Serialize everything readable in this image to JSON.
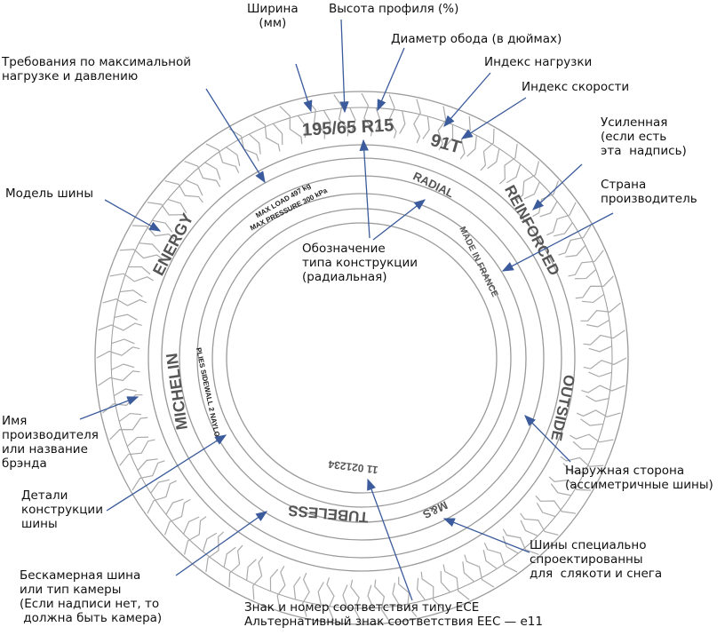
{
  "labels": {
    "width": "Ширина\n(мм)",
    "profile": "Высота профиля (%)",
    "rim": "Диаметр обода (в дюймах)",
    "load_index": "Индекс нагрузки",
    "speed_index": "Индекс скорости",
    "max_load": "Требования по максимальной\nнагрузке и давлению",
    "reinforced": "Усиленная\n(если есть\nэта  надпись)",
    "country": "Страна\nпроизводитель",
    "model": "Модель шины",
    "construction": "Обозначение\nтипа конструкции\n(радиальная)",
    "manufacturer": "Имя\nпроизводителя\nили название\nбрэнда",
    "details": "Детали\nконструкции\nшины",
    "outside": "Наружная сторона\n(ассиметричные шины)",
    "mud_snow": "Шины специально\nспроектированны\nдля  слякоти и снега",
    "tubeless": "Бескамерная шина\nили тип камеры\n(Если надписи нет, то\n должна быть камера)",
    "ece": "Знак и номер соответствия типу ECE\nАльтернативный знак соответствия EEC — e11"
  },
  "tire": {
    "size": "195/65 R15",
    "service": "91T",
    "radial": "RADIAL",
    "reinforced": "REINFORCED",
    "made_in": "MADE IN FRANCE",
    "outside": "OUTSIDE",
    "ms": "M&S",
    "tubeless": "TUBELESS",
    "ece_number": "11 021234",
    "brand": "MICHELIN",
    "model": "ENERGY",
    "max_load": "MAX LOAD 497 kg",
    "max_pressure": "MAX PRESSURE 300 kPa",
    "plies": "PLIES SIDEWALL 2 NAYLON"
  },
  "colors": {
    "arrow": "#3b5b9c",
    "tire_line": "#9a9a9a",
    "tire_text": "#555555"
  }
}
